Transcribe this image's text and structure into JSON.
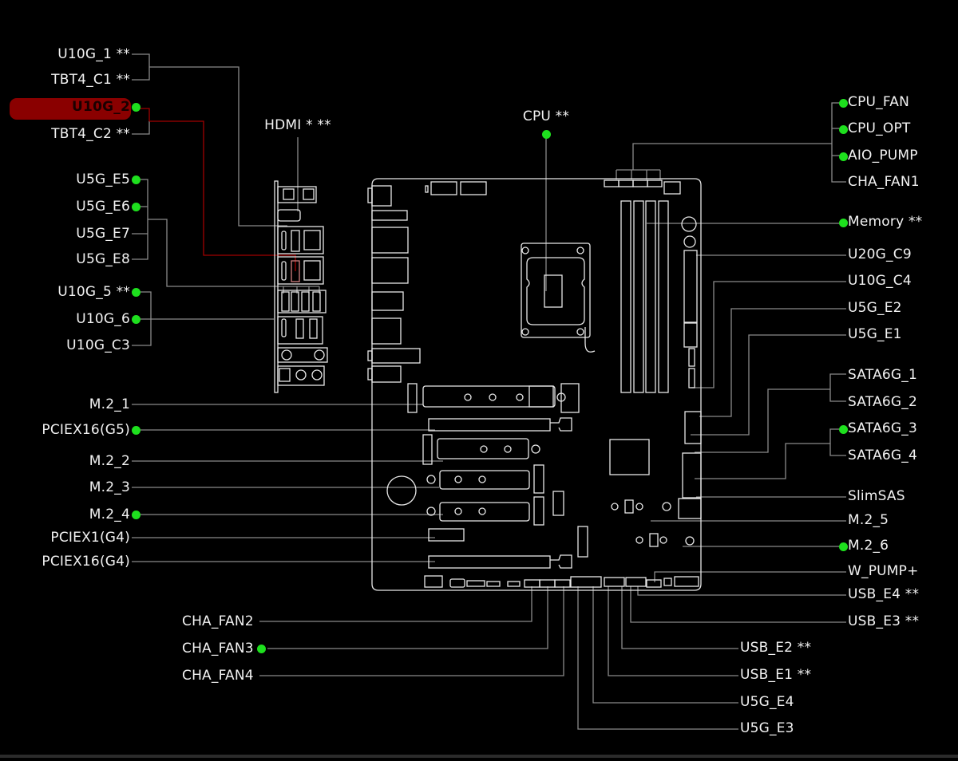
{
  "diagram": {
    "title": "Motherboard connector layout",
    "colors": {
      "background": "#000000",
      "line": "#8a8a8a",
      "board": "#e8e8e8",
      "active_dot": "#1ee01e",
      "selected_highlight": "#8a0000",
      "selected_line": "#a00000",
      "text": "#f2f2f2"
    },
    "selected_label": "U10G_2",
    "top_labels": [
      {
        "id": "hdmi",
        "text": "HDMI * **",
        "active": false
      },
      {
        "id": "cpu",
        "text": "CPU **",
        "active": true
      }
    ],
    "left_labels": [
      {
        "id": "u10g-1",
        "text": "U10G_1 **",
        "active": false
      },
      {
        "id": "tbt4-c1",
        "text": "TBT4_C1 **",
        "active": false
      },
      {
        "id": "u10g-2",
        "text": "U10G_2",
        "active": true,
        "selected": true
      },
      {
        "id": "tbt4-c2",
        "text": "TBT4_C2 **",
        "active": false
      },
      {
        "id": "u5g-e5",
        "text": "U5G_E5",
        "active": true
      },
      {
        "id": "u5g-e6",
        "text": "U5G_E6",
        "active": true
      },
      {
        "id": "u5g-e7",
        "text": "U5G_E7",
        "active": false
      },
      {
        "id": "u5g-e8",
        "text": "U5G_E8",
        "active": false
      },
      {
        "id": "u10g-5",
        "text": "U10G_5 **",
        "active": true
      },
      {
        "id": "u10g-6",
        "text": "U10G_6",
        "active": true
      },
      {
        "id": "u10g-c3",
        "text": "U10G_C3",
        "active": false
      },
      {
        "id": "m2-1",
        "text": "M.2_1",
        "active": false
      },
      {
        "id": "pciex16-g5",
        "text": "PCIEX16(G5)",
        "active": true
      },
      {
        "id": "m2-2",
        "text": "M.2_2",
        "active": false
      },
      {
        "id": "m2-3",
        "text": "M.2_3",
        "active": false
      },
      {
        "id": "m2-4",
        "text": "M.2_4",
        "active": true
      },
      {
        "id": "pciex1-g4",
        "text": "PCIEX1(G4)",
        "active": false
      },
      {
        "id": "pciex16-g4",
        "text": "PCIEX16(G4)",
        "active": false
      }
    ],
    "right_labels": [
      {
        "id": "cpu-fan",
        "text": "CPU_FAN",
        "active": true
      },
      {
        "id": "cpu-opt",
        "text": "CPU_OPT",
        "active": true
      },
      {
        "id": "aio-pump",
        "text": "AIO_PUMP",
        "active": true
      },
      {
        "id": "cha-fan1",
        "text": "CHA_FAN1",
        "active": false
      },
      {
        "id": "memory",
        "text": "Memory **",
        "active": true
      },
      {
        "id": "u20g-c9",
        "text": "U20G_C9",
        "active": false
      },
      {
        "id": "u10g-c4",
        "text": "U10G_C4",
        "active": false
      },
      {
        "id": "u5g-e2",
        "text": "U5G_E2",
        "active": false
      },
      {
        "id": "u5g-e1",
        "text": "U5G_E1",
        "active": false
      },
      {
        "id": "sata6g-1",
        "text": "SATA6G_1",
        "active": false
      },
      {
        "id": "sata6g-2",
        "text": "SATA6G_2",
        "active": false
      },
      {
        "id": "sata6g-3",
        "text": "SATA6G_3",
        "active": true
      },
      {
        "id": "sata6g-4",
        "text": "SATA6G_4",
        "active": false
      },
      {
        "id": "slimsas",
        "text": "SlimSAS",
        "active": false
      },
      {
        "id": "m2-5",
        "text": "M.2_5",
        "active": false
      },
      {
        "id": "m2-6",
        "text": "M.2_6",
        "active": true
      },
      {
        "id": "w-pump",
        "text": "W_PUMP+",
        "active": false
      },
      {
        "id": "usb-e4",
        "text": "USB_E4 **",
        "active": false
      },
      {
        "id": "usb-e3",
        "text": "USB_E3 **",
        "active": false
      }
    ],
    "bottom_left_labels": [
      {
        "id": "cha-fan2",
        "text": "CHA_FAN2",
        "active": false
      },
      {
        "id": "cha-fan3",
        "text": "CHA_FAN3",
        "active": true
      },
      {
        "id": "cha-fan4",
        "text": "CHA_FAN4",
        "active": false
      }
    ],
    "bottom_right_labels": [
      {
        "id": "usb-e2",
        "text": "USB_E2 **",
        "active": false
      },
      {
        "id": "usb-e1",
        "text": "USB_E1 **",
        "active": false
      },
      {
        "id": "u5g-e4",
        "text": "U5G_E4",
        "active": false
      },
      {
        "id": "u5g-e3",
        "text": "U5G_E3",
        "active": false
      }
    ]
  }
}
